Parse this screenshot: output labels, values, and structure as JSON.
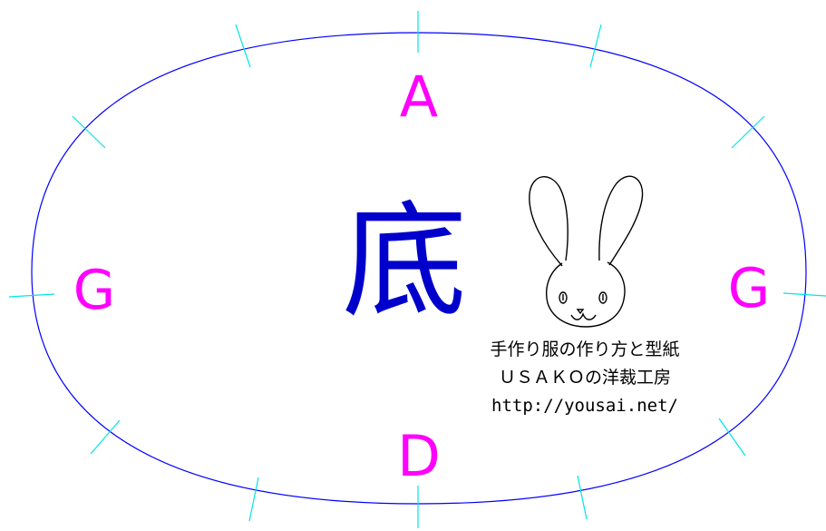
{
  "pattern": {
    "title": "底",
    "marks": {
      "top": "A",
      "bottom": "D",
      "left": "G",
      "right": "G"
    },
    "caption": {
      "line1": "手作り服の作り方と型紙",
      "line2": "ＵＳＡＫＯの洋裁工房",
      "url": "http://yousai.net/"
    }
  },
  "colors": {
    "outline": "#0000ff",
    "notches": "#00e5e5",
    "mark_letters": "#ff00ff",
    "title": "#0000cc",
    "caption": "#000000",
    "logo": "#000000"
  },
  "icons": {
    "logo": "rabbit-icon"
  }
}
